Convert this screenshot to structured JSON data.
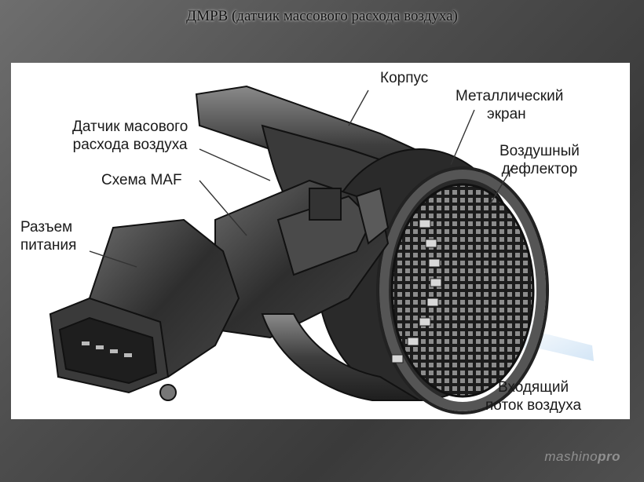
{
  "slide": {
    "title": "ДМРВ (датчик массового расхода воздуха)"
  },
  "diagram": {
    "labels": {
      "housing": "Корпус",
      "metal_screen_line1": "Металлический",
      "metal_screen_line2": "экран",
      "maf_sensor_line1": "Датчик масового",
      "maf_sensor_line2": "расхода воздуха",
      "air_deflector_line1": "Воздушный",
      "air_deflector_line2": "дефлектор",
      "maf_circuit": "Схема MAF",
      "power_connector_line1": "Разъем",
      "power_connector_line2": "питания",
      "incoming_airflow_line1": "Входящий",
      "incoming_airflow_line2": "поток воздуха"
    }
  },
  "watermark": {
    "part1": "mashino",
    "part2": "pro"
  },
  "colors": {
    "panel_bg": "#ffffff",
    "metal_dark": "#2b2b2b",
    "metal_mid": "#5a5a5a",
    "metal_light": "#9a9a9a",
    "airflow_arrow": "#cfe3f5"
  }
}
